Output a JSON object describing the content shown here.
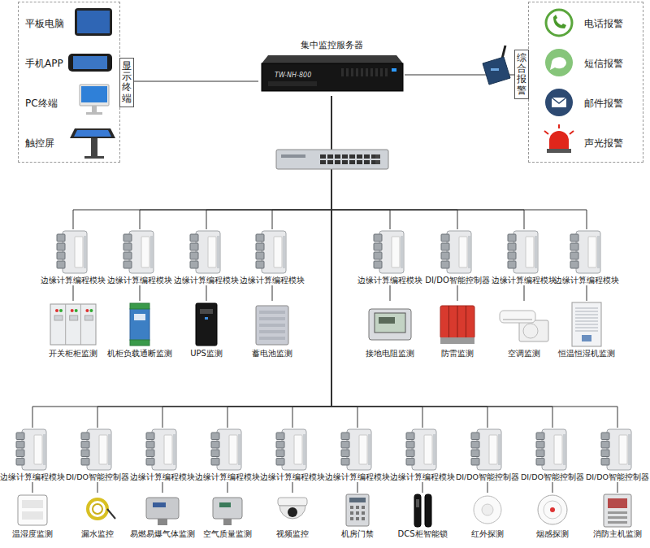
{
  "diagram": {
    "nodes": [
      {
        "text": [
          "显示终端"
        ]
      },
      {
        "text": [
          "平板电脑"
        ],
        "in": 0
      },
      {
        "text": [
          "手机APP"
        ],
        "in": 0
      },
      {
        "text": [
          "PC终端"
        ],
        "in": 0
      },
      {
        "text": [
          "触控屏"
        ],
        "in": 0
      },
      {
        "text": [
          "集中监控服务器"
        ]
      },
      {
        "text": [
          "综合报警"
        ]
      },
      {
        "text": [
          "电话报警"
        ],
        "in": 6
      },
      {
        "text": [
          "短信报警"
        ],
        "in": 6
      },
      {
        "text": [
          "邮件报警"
        ],
        "in": 6
      },
      {
        "text": [
          "声光报警"
        ],
        "in": 6
      },
      {
        "text": [
          "边缘计算编程模块"
        ]
      },
      {
        "text": [
          "边缘计算编程模块"
        ]
      },
      {
        "text": [
          "边缘计算编程模块"
        ]
      },
      {
        "text": [
          "边缘计算编程模块"
        ]
      },
      {
        "text": [
          "边缘计算编程模块"
        ]
      },
      {
        "text": [
          "DI/DO智能控制器"
        ]
      },
      {
        "text": [
          "边缘计算编程模块"
        ]
      },
      {
        "text": [
          "边缘计算编程模块"
        ]
      },
      {
        "text": [
          "开关柜柜监测"
        ]
      },
      {
        "text": [
          "机柜负载通断监测"
        ]
      },
      {
        "text": [
          "UPS监测"
        ]
      },
      {
        "text": [
          "蓄电池监测"
        ]
      },
      {
        "text": [
          "接地电阻监测"
        ]
      },
      {
        "text": [
          "防雷监测"
        ]
      },
      {
        "text": [
          "空调监测"
        ]
      },
      {
        "text": [
          "恒温恒湿机监测"
        ]
      },
      {
        "text": [
          "边缘计算编程模块"
        ]
      },
      {
        "text": [
          "DI/DO智能控制器"
        ]
      },
      {
        "text": [
          "边缘计算编程模块"
        ]
      },
      {
        "text": [
          "边缘计算编程模块"
        ]
      },
      {
        "text": [
          "边缘计算编程模块"
        ]
      },
      {
        "text": [
          "边缘计算编程模块"
        ]
      },
      {
        "text": [
          "边缘计算编程模块"
        ]
      },
      {
        "text": [
          "DI/DO智能控制器"
        ]
      },
      {
        "text": [
          "DI/DO智能控制器"
        ]
      },
      {
        "text": [
          "DI/DO智能控制器"
        ]
      },
      {
        "text": [
          "温湿度监测"
        ]
      },
      {
        "text": [
          "漏水监控"
        ]
      },
      {
        "text": [
          "易燃易爆气体监测"
        ]
      },
      {
        "text": [
          "空气质量监测"
        ]
      },
      {
        "text": [
          "视频监控"
        ]
      },
      {
        "text": [
          "机房门禁"
        ]
      },
      {
        "text": [
          "DCS柜智能锁"
        ]
      },
      {
        "text": [
          "红外探测"
        ]
      },
      {
        "text": [
          "烟感探测"
        ]
      },
      {
        "text": [
          "消防主机监测"
        ]
      }
    ],
    "edges": [
      {
        "from": 0,
        "to": 5,
        "arrow": "none"
      },
      {
        "from": 5,
        "to": 6,
        "arrow": "none"
      },
      {
        "from": 5,
        "to": 11,
        "arrow": "none"
      },
      {
        "from": 5,
        "to": 12,
        "arrow": "none"
      },
      {
        "from": 5,
        "to": 13,
        "arrow": "none"
      },
      {
        "from": 5,
        "to": 14,
        "arrow": "none"
      },
      {
        "from": 5,
        "to": 15,
        "arrow": "none"
      },
      {
        "from": 5,
        "to": 16,
        "arrow": "none"
      },
      {
        "from": 5,
        "to": 17,
        "arrow": "none"
      },
      {
        "from": 5,
        "to": 18,
        "arrow": "none"
      },
      {
        "from": 5,
        "to": 27,
        "arrow": "none"
      },
      {
        "from": 5,
        "to": 28,
        "arrow": "none"
      },
      {
        "from": 5,
        "to": 29,
        "arrow": "none"
      },
      {
        "from": 5,
        "to": 30,
        "arrow": "none"
      },
      {
        "from": 5,
        "to": 31,
        "arrow": "none"
      },
      {
        "from": 5,
        "to": 32,
        "arrow": "none"
      },
      {
        "from": 5,
        "to": 33,
        "arrow": "none"
      },
      {
        "from": 5,
        "to": 34,
        "arrow": "none"
      },
      {
        "from": 5,
        "to": 35,
        "arrow": "none"
      },
      {
        "from": 5,
        "to": 36,
        "arrow": "none"
      },
      {
        "from": 11,
        "to": 19,
        "arrow": "none"
      },
      {
        "from": 12,
        "to": 20,
        "arrow": "none"
      },
      {
        "from": 13,
        "to": 21,
        "arrow": "none"
      },
      {
        "from": 14,
        "to": 22,
        "arrow": "none"
      },
      {
        "from": 15,
        "to": 23,
        "arrow": "none"
      },
      {
        "from": 16,
        "to": 24,
        "arrow": "none"
      },
      {
        "from": 17,
        "to": 25,
        "arrow": "none"
      },
      {
        "from": 18,
        "to": 26,
        "arrow": "none"
      },
      {
        "from": 27,
        "to": 37,
        "arrow": "none"
      },
      {
        "from": 28,
        "to": 38,
        "arrow": "none"
      },
      {
        "from": 29,
        "to": 39,
        "arrow": "none"
      },
      {
        "from": 30,
        "to": 40,
        "arrow": "none"
      },
      {
        "from": 31,
        "to": 41,
        "arrow": "none"
      },
      {
        "from": 32,
        "to": 42,
        "arrow": "none"
      },
      {
        "from": 33,
        "to": 43,
        "arrow": "none"
      },
      {
        "from": 34,
        "to": 44,
        "arrow": "none"
      },
      {
        "from": 35,
        "to": 45,
        "arrow": "none"
      },
      {
        "from": 36,
        "to": 46,
        "arrow": "none"
      }
    ],
    "labels": [
      "TW-NH-800"
    ]
  }
}
